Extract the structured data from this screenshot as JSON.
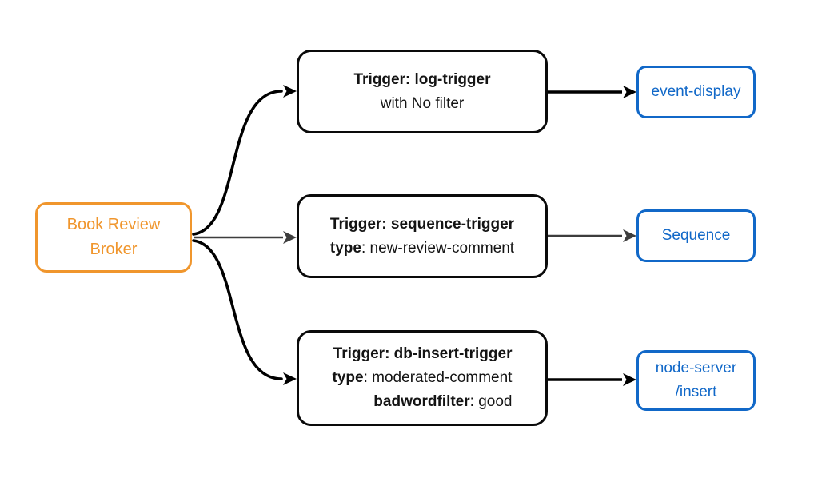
{
  "colors": {
    "background": "#FFFFFF",
    "broker_orange": "#F0962D",
    "sink_blue": "#1168C8",
    "edge_black": "#000000",
    "edge_gray": "#3D3D3D",
    "trigger_border": "#0A0A0A",
    "trigger_text": "#141414"
  },
  "broker": {
    "line1": "Book Review",
    "line2": "Broker"
  },
  "triggers": {
    "log": {
      "title": "Trigger: log-trigger",
      "detail": "with No filter"
    },
    "sequence": {
      "title": "Trigger: sequence-trigger",
      "key": "type",
      "value": ": new-review-comment"
    },
    "dbinsert": {
      "title": "Trigger: db-insert-trigger",
      "key1": "type",
      "value1": ": moderated-comment",
      "key2": "badwordfilter",
      "value2": ": good"
    }
  },
  "sinks": {
    "event_display": {
      "label": "event-display"
    },
    "sequence": {
      "label": "Sequence"
    },
    "node_server": {
      "line1": "node-server",
      "line2": "/insert"
    }
  }
}
